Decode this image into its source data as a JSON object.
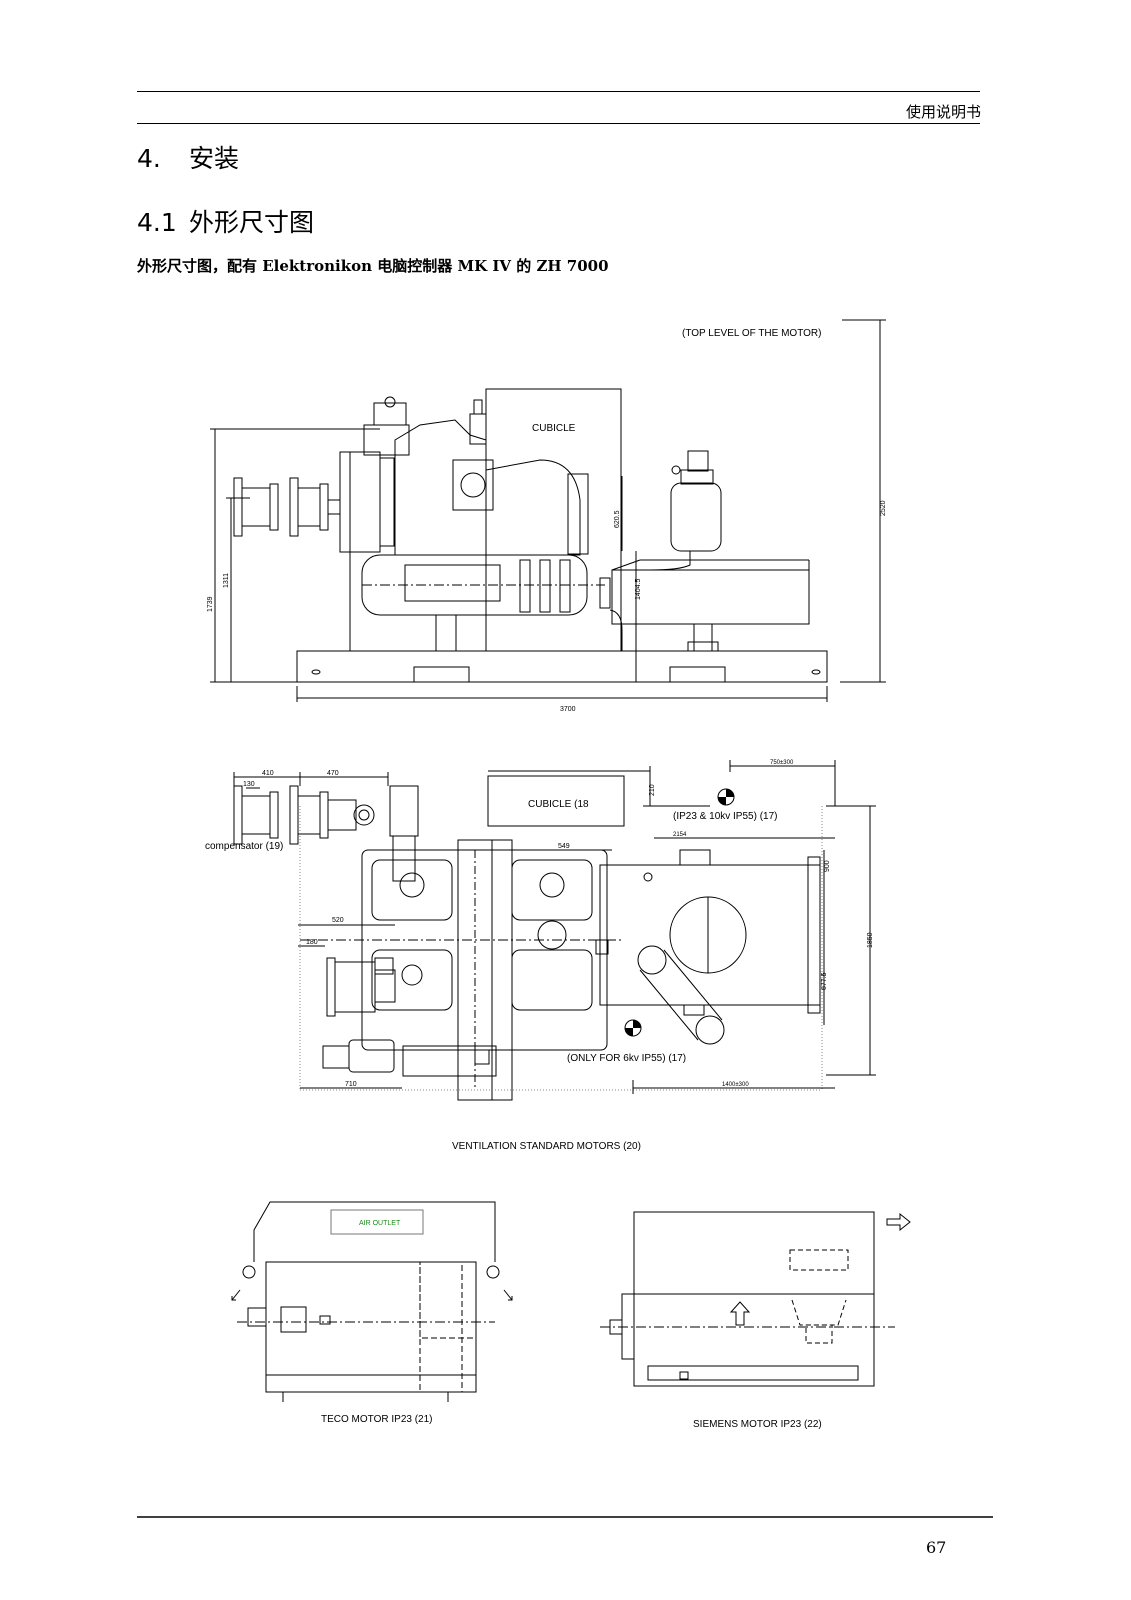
{
  "header": {
    "manual_label": "使用说明书"
  },
  "section": {
    "number": "4.",
    "title": "安装"
  },
  "subsection": {
    "number": "4.1",
    "title": "外形尺寸图"
  },
  "figure_caption": "外形尺寸图，配有 Elektronikon 电脑控制器 MK IV 的 ZH 7000",
  "front_view": {
    "top_level_label": "(TOP LEVEL OF THE MOTOR)",
    "cubicle_label": "CUBICLE",
    "dim_overall_height": "1739",
    "dim_height_1311": "1311",
    "dim_width_3700": "3700",
    "dim_620": "620.5",
    "dim_1404": "1404.5",
    "dim_2520": "2520"
  },
  "top_view": {
    "cubicle_label": "CUBICLE (18",
    "ip23_label": "(IP23 & 10kv IP55) (17)",
    "only6kv_label": "(ONLY FOR 6kv IP55) (17)",
    "compensator_label": "compensator (19)",
    "dim_410": "410",
    "dim_470": "470",
    "dim_130": "130",
    "dim_210": "210",
    "dim_750": "750±300",
    "dim_2154": "2154",
    "dim_549": "549",
    "dim_900": "900",
    "dim_520": "520",
    "dim_180": "180",
    "dim_1850": "1850",
    "dim_677": "677.5",
    "dim_710": "710",
    "dim_1400": "1400±300"
  },
  "ventilation_title": "VENTILATION STANDARD MOTORS (20)",
  "teco": {
    "air_outlet": "AIR OUTLET",
    "caption": "TECO MOTOR IP23 (21)"
  },
  "siemens": {
    "caption": "SIEMENS MOTOR IP23 (22)"
  },
  "footer": {
    "page_number": "67"
  }
}
